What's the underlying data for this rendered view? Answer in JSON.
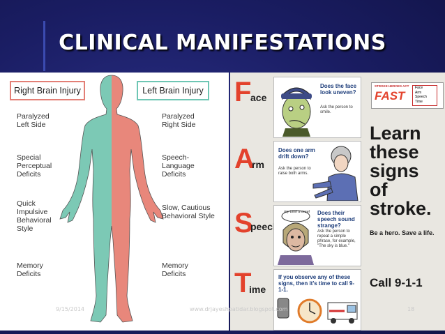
{
  "slide": {
    "title": "CLINICAL MANIFESTATIONS",
    "footer": {
      "date": "9/15/2014",
      "url": "www.drjayeshpatidar.blogspot.com",
      "page": "18"
    }
  },
  "brain_diagram": {
    "right_label": "Right Brain Injury",
    "left_label": "Left Brain Injury",
    "right_items": [
      "Paralyzed\nLeft Side",
      "Special\nPerceptual\nDeficits",
      "Quick\nImpulsive\nBehavioral\nStyle",
      "Memory\nDeficits"
    ],
    "left_items": [
      "Paralyzed\nRight Side",
      "Speech-\nLanguage\nDeficits",
      "Slow, Cautious\nBehavioral Style",
      "Memory\nDeficits"
    ],
    "colors": {
      "right": "#e8877b",
      "left": "#7cc9b5"
    }
  },
  "fast": {
    "rows": [
      {
        "letter": "F",
        "rest": "ace",
        "question": "Does the face look uneven?",
        "action": "Ask the person to smile."
      },
      {
        "letter": "A",
        "rest": "rm",
        "question": "Does one arm drift down?",
        "action": "Ask the person to raise both arms."
      },
      {
        "letter": "S",
        "rest": "peech",
        "question": "Does their speech sound strange?",
        "action": "Ask the person to repeat a simple phrase, for example, \"The sky is blue.\"",
        "bubble": "my bink a creel"
      },
      {
        "letter": "T",
        "rest": "ime",
        "question": "If you observe any of these signs, then it's time to call 9-1-1."
      }
    ],
    "logo": {
      "top": "STROKE HEROES ACT",
      "word": "FAST",
      "lines": [
        "Face",
        "Arm",
        "Speech",
        "Time"
      ]
    },
    "headline": [
      "Learn",
      "these",
      "signs",
      "of",
      "stroke."
    ],
    "tagline": "Be a hero. Save a life.",
    "call": "Call 9-1-1",
    "colors": {
      "accent": "#e3422c"
    }
  }
}
